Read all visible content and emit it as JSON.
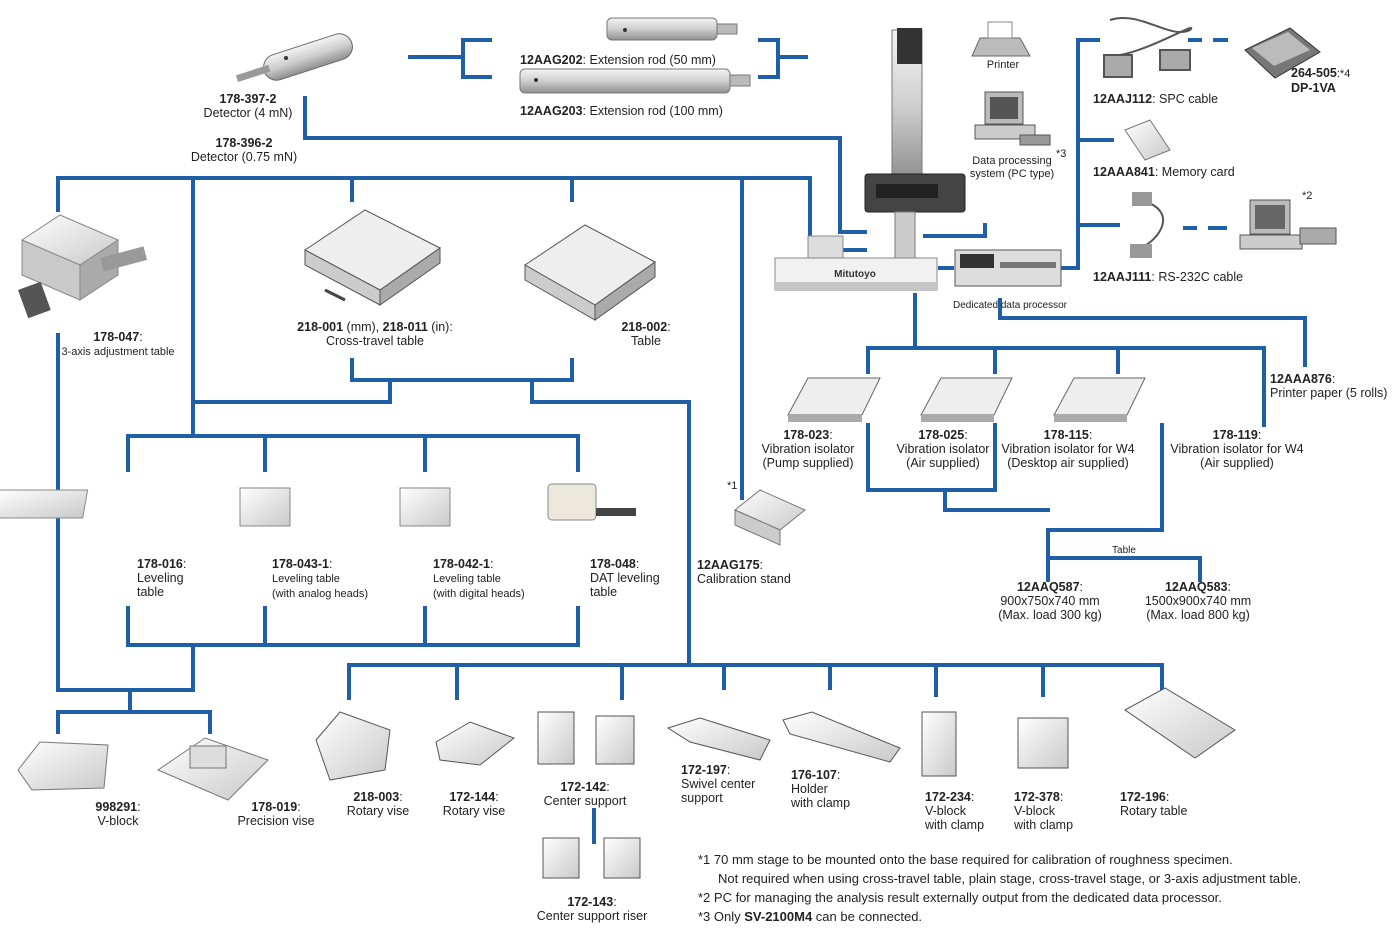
{
  "accent_color": "#1f5fa8",
  "detectors": {
    "d1_code": "178-397-2",
    "d1_desc": "Detector (4 mN)",
    "d2_code": "178-396-2",
    "d2_desc": "Detector (0.75 mN)"
  },
  "rods": {
    "r1_code": "12AAG202",
    "r1_desc": ": Extension rod (50 mm)",
    "r2_code": "12AAG203",
    "r2_desc": ": Extension rod (100 mm)"
  },
  "pc": {
    "printer": "Printer",
    "dp_line1": "Data processing",
    "dp_line2": "system (PC type)",
    "note": "*3"
  },
  "processor": {
    "label": "Dedicated data processor",
    "logo": "Mitutoyo"
  },
  "right": {
    "spc_code": "12AAJ112",
    "spc_desc": ": SPC cable",
    "dp_code": "264-505",
    "dp_note": ":*4",
    "dp_name": "DP-1VA",
    "mem_code": "12AAA841",
    "mem_desc": ": Memory card",
    "pc_note": "*2",
    "rs_code": "12AAJ111",
    "rs_desc": ": RS-232C cable",
    "paper_code": "12AAA876",
    "paper_sep": ":",
    "paper_desc": "Printer paper (5 rolls)"
  },
  "isolators": [
    {
      "code": "178-023",
      "l1": "Vibration isolator",
      "l2": "(Pump supplied)"
    },
    {
      "code": "178-025",
      "l1": "Vibration isolator",
      "l2": "(Air supplied)"
    },
    {
      "code": "178-115",
      "l1": "Vibration isolator for W4",
      "l2": "(Desktop air supplied)"
    },
    {
      "code": "178-119",
      "l1": "Vibration isolator for W4",
      "l2": "(Air supplied)"
    }
  ],
  "tables": {
    "label": "Table",
    "t1_code": "12AAQ587",
    "t1_l1": "900x750x740 mm",
    "t1_l2": "(Max. load 300 kg)",
    "t2_code": "12AAQ583",
    "t2_l1": "1500x900x740 mm",
    "t2_l2": "(Max. load 800 kg)"
  },
  "adjust": {
    "code": "178-047",
    "desc": "3-axis adjustment table"
  },
  "cross": {
    "code1": "218-001",
    "mm": " (mm), ",
    "code2": "218-011",
    "inch": " (in):",
    "desc": "Cross-travel table"
  },
  "plain": {
    "code": "218-002",
    "desc": "Table"
  },
  "calib": {
    "note": "*1",
    "code": "12AAG175",
    "desc": "Calibration stand"
  },
  "leveling": [
    {
      "code": "178-016",
      "l1": "Leveling",
      "l2": "table"
    },
    {
      "code": "178-043-1",
      "l1": "Leveling table",
      "l2": "(with analog heads)"
    },
    {
      "code": "178-042-1",
      "l1": "Leveling table",
      "l2": "(with digital heads)"
    },
    {
      "code": "178-048",
      "l1": "DAT leveling",
      "l2": "table"
    }
  ],
  "vblock": {
    "code": "998291",
    "desc": "V-block"
  },
  "pvise": {
    "code": "178-019",
    "desc": "Precision vise"
  },
  "fixtures": [
    {
      "code": "218-003",
      "l1": "Rotary vise",
      "l2": ""
    },
    {
      "code": "172-144",
      "l1": "Rotary vise",
      "l2": ""
    },
    {
      "code": "172-142",
      "l1": "Center support",
      "l2": ""
    },
    {
      "code": "172-197",
      "l1": "Swivel center",
      "l2": "support"
    },
    {
      "code": "176-107",
      "l1": "Holder",
      "l2": "with clamp"
    },
    {
      "code": "172-234",
      "l1": "V-block",
      "l2": "with clamp"
    },
    {
      "code": "172-378",
      "l1": "V-block",
      "l2": "with clamp"
    },
    {
      "code": "172-196",
      "l1": "Rotary table",
      "l2": ""
    }
  ],
  "riser": {
    "code": "172-143",
    "desc": "Center support riser"
  },
  "notes": {
    "n1": "*1 70 mm stage to be mounted onto the base required for calibration of roughness specimen.",
    "n1b": "Not required when using cross-travel table, plain stage, cross-travel stage, or 3-axis adjustment table.",
    "n2": "*2 PC for managing the analysis result externally output from the dedicated data processor.",
    "n3a": "*3 Only ",
    "n3b": "SV-2100M4",
    "n3c": " can be connected."
  }
}
